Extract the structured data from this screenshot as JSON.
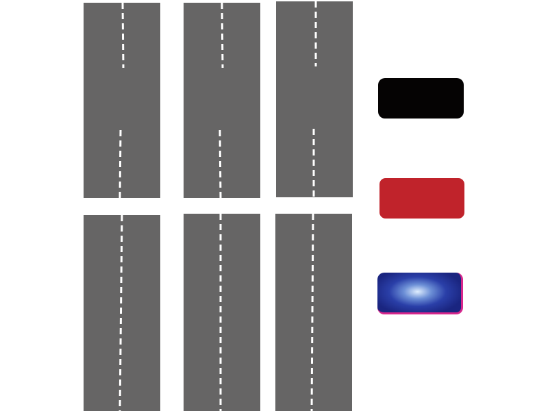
{
  "palette": {
    "road_surface": "#666565",
    "lane_marking": "#ffffff",
    "page_background": "#ffffff"
  },
  "roads": [
    {
      "id": "road-top-1",
      "marking": "broken-with-gap"
    },
    {
      "id": "road-top-2",
      "marking": "broken-with-gap"
    },
    {
      "id": "road-top-3",
      "marking": "broken-with-gap"
    },
    {
      "id": "road-bottom-1",
      "marking": "continuous-dashed"
    },
    {
      "id": "road-bottom-2",
      "marking": "continuous-dashed"
    },
    {
      "id": "road-bottom-3",
      "marking": "continuous-dashed"
    }
  ],
  "car_swatches": [
    {
      "id": "black",
      "style": "solid",
      "color": "#050303"
    },
    {
      "id": "red",
      "style": "solid",
      "color": "#c0232b"
    },
    {
      "id": "blue",
      "style": "radial-gradient",
      "color": "#1a2580",
      "highlight": "#dfeefe",
      "edge": "#d6268c"
    }
  ]
}
